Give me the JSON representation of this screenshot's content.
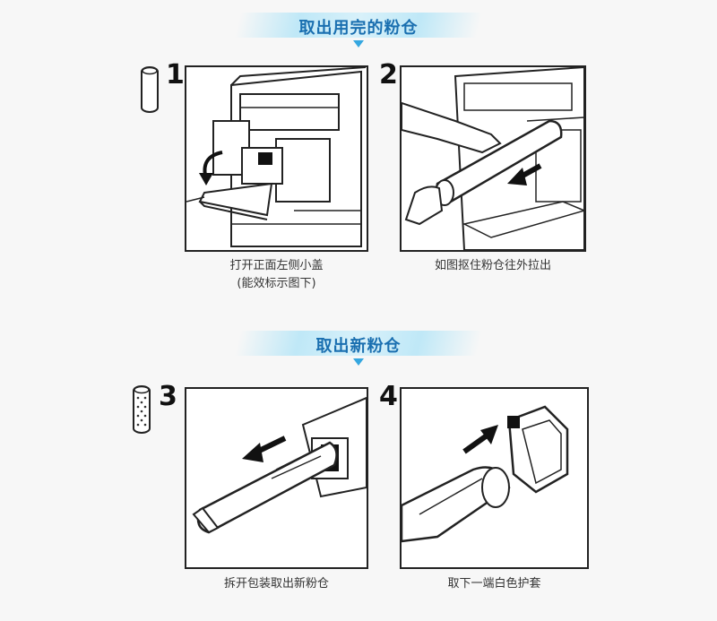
{
  "sections": [
    {
      "title": "取出用完的粉仓"
    },
    {
      "title": "取出新粉仓"
    }
  ],
  "steps": [
    {
      "number": "1",
      "caption_line1": "打开正面左侧小盖",
      "caption_line2": "(能效标示图下)"
    },
    {
      "number": "2",
      "caption_line1": "如图抠住粉仓往外拉出"
    },
    {
      "number": "3",
      "caption_line1": "拆开包装取出新粉仓"
    },
    {
      "number": "4",
      "caption_line1": "取下一端白色护套"
    }
  ],
  "icons": {
    "used_cartridge": "empty-toner-cartridge-icon",
    "new_cartridge": "full-toner-cartridge-icon"
  },
  "colors": {
    "title_text": "#1a6fb0",
    "banner": "#bfe8f7",
    "pointer": "#35a7e0"
  }
}
